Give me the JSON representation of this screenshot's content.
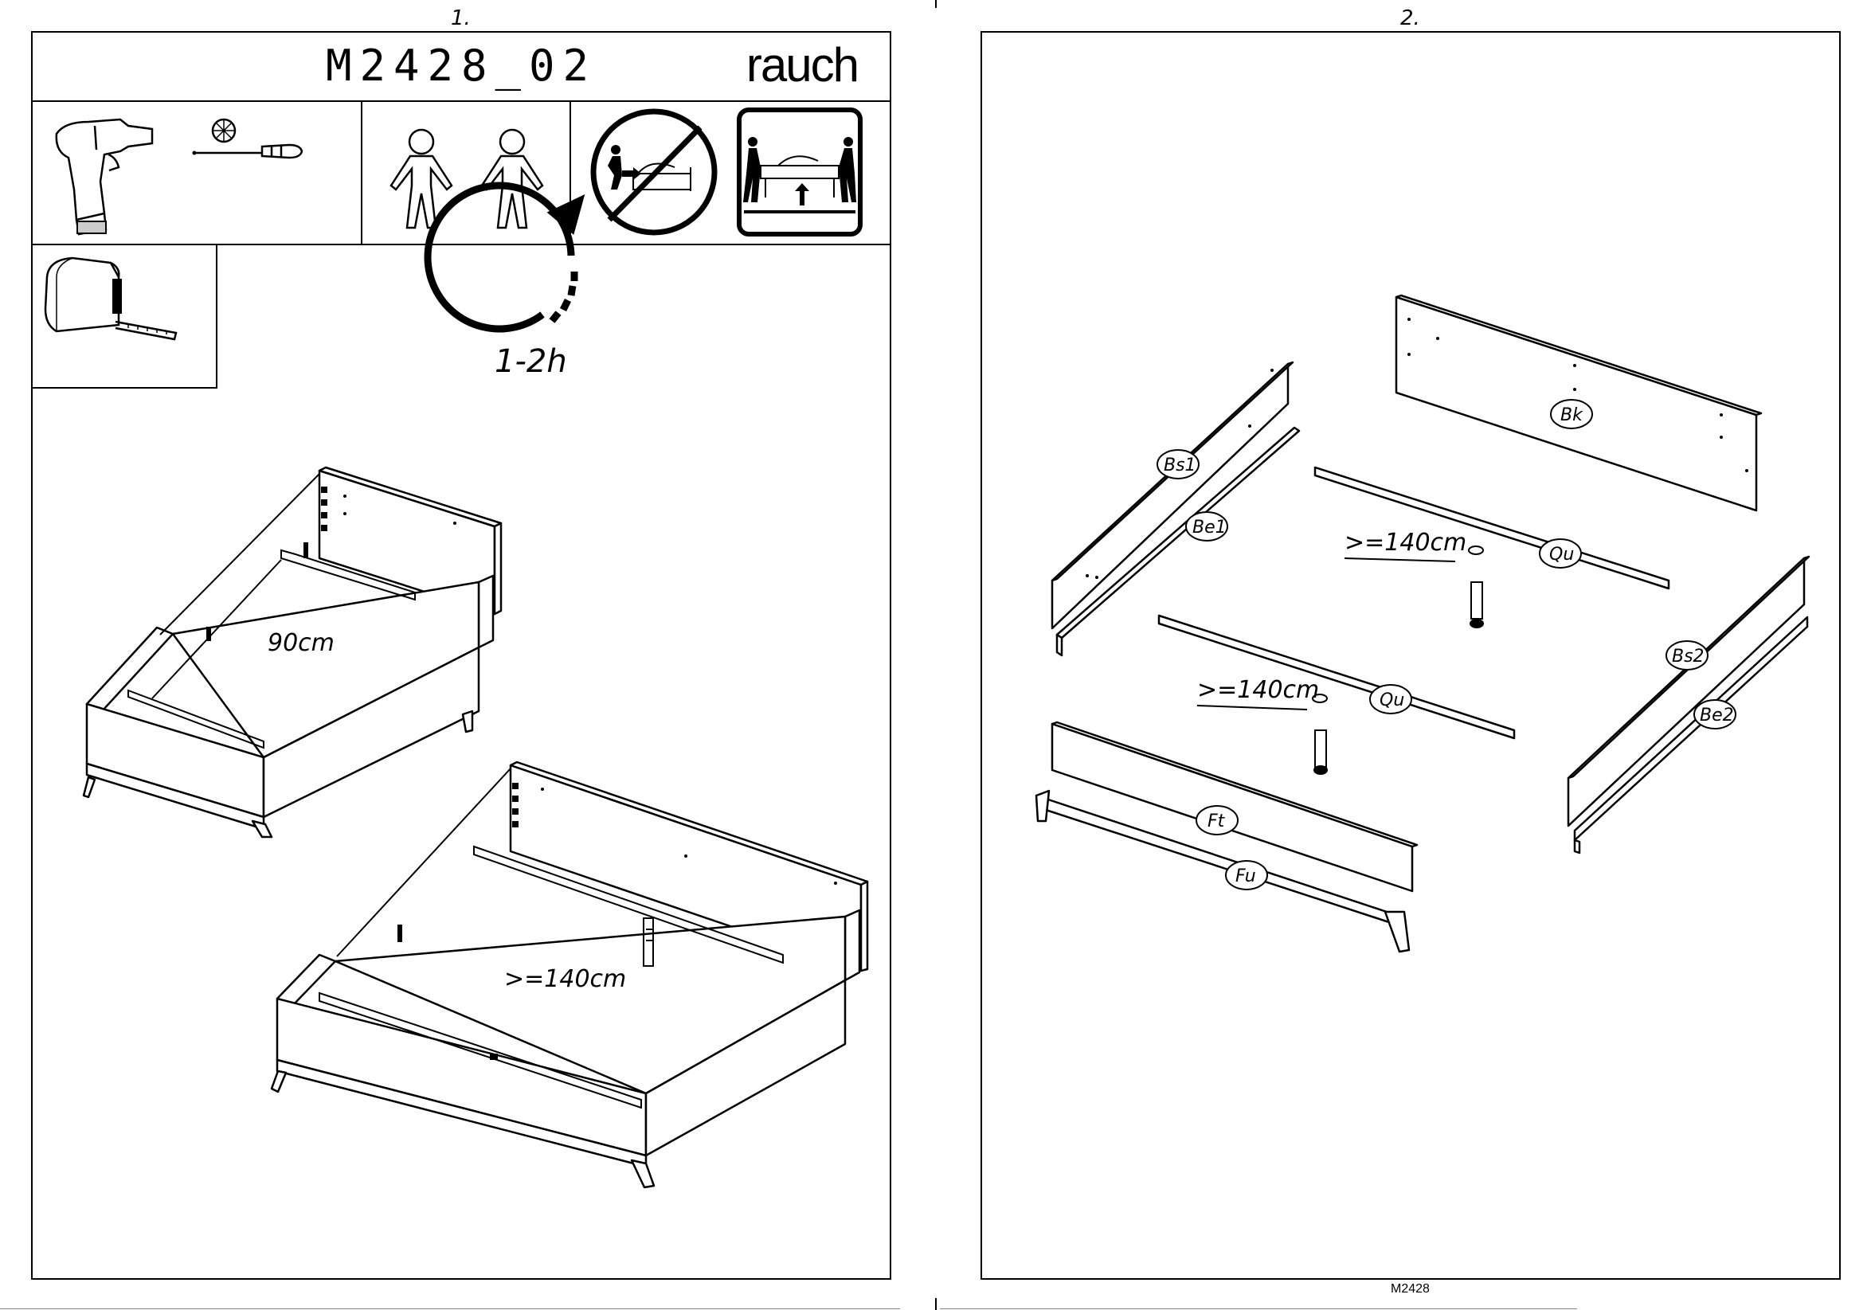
{
  "pages": [
    {
      "number": "1."
    },
    {
      "number": "2."
    }
  ],
  "header": {
    "model_code": "M2428_02",
    "brand": "rauch"
  },
  "tools": {
    "drill_icon": "cordless-drill-icon",
    "screwdriver_icon": "screwdriver-icon",
    "people_icon": "two-persons-icon",
    "no_push_icon": "no-pushing-icon",
    "lift_icon": "lift-together-icon",
    "tape_icon": "tape-measure-icon"
  },
  "time_estimate": "1-2h",
  "step1": {
    "single_width": "90cm",
    "double_width": ">=140cm"
  },
  "step2": {
    "dim_labels": [
      ">=140cm",
      ">=140cm"
    ],
    "parts": [
      "Bk",
      "Bs1",
      "Be1",
      "Qu",
      "Qu",
      "Bs2",
      "Be2",
      "Ft",
      "Fu"
    ]
  },
  "footer": {
    "code": "M2428"
  }
}
